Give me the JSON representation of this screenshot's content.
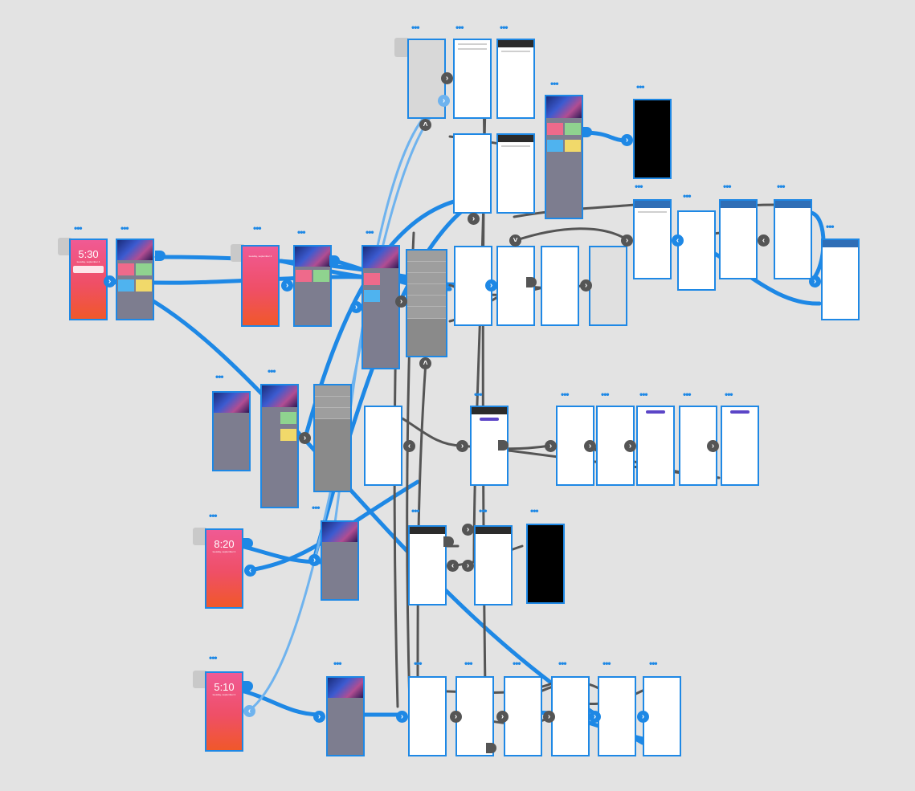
{
  "canvas": {
    "background": "#e3e3e3"
  },
  "colors": {
    "wire_blue": "#1e88e5",
    "wire_light": "#6fb3ee",
    "wire_gray": "#555555",
    "frame_border": "#1e88e5"
  },
  "ellipsis": "•••",
  "icons": {
    "next": "chevron-right-icon",
    "back": "chevron-left-icon",
    "up": "chevron-up-icon",
    "down": "chevron-down-icon"
  },
  "glyphs": {
    "next": "›",
    "back": "‹",
    "up": "˄",
    "down": "˅"
  },
  "lock_screens": [
    {
      "time": "5:30",
      "subtitle": "tuesday, september 4"
    },
    {
      "time": "",
      "subtitle": "tuesday, september 4"
    },
    {
      "time": "8:20",
      "subtitle": "tuesday, september 4"
    },
    {
      "time": "5:10",
      "subtitle": "tuesday, september 4"
    }
  ]
}
